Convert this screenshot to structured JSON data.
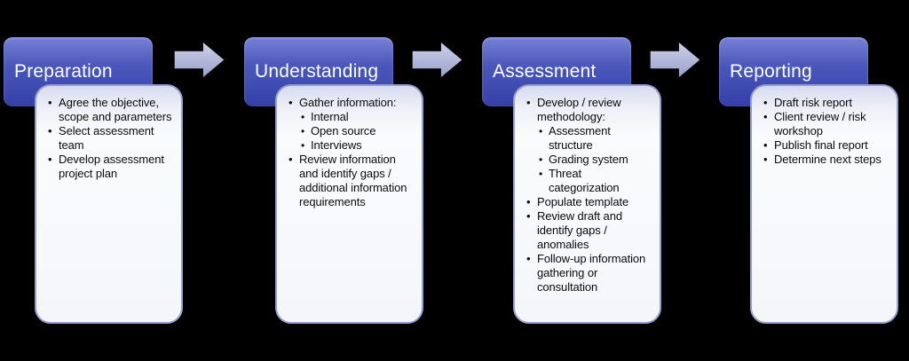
{
  "diagram": {
    "background_color": "#000000",
    "stage_header_color": "#4350b4",
    "stage_header_text_color": "#ffffff",
    "card_background_color": "#f8f9fc",
    "card_border_color": "#96a0d0",
    "arrow_color": "#b3b8da",
    "body_text_color": "#0b0b0b",
    "arrow_icon": "right-block-arrow-icon",
    "stages": [
      {
        "title": "Preparation",
        "items": [
          {
            "text": "Agree the objective, scope and parameters"
          },
          {
            "text": "Select assessment team"
          },
          {
            "text": "Develop assessment project plan"
          }
        ]
      },
      {
        "title": "Understanding",
        "items": [
          {
            "text": "Gather information:",
            "subitems": [
              "Internal",
              "Open source",
              "Interviews"
            ]
          },
          {
            "text": "Review information and identify gaps / additional information requirements"
          }
        ]
      },
      {
        "title": "Assessment",
        "items": [
          {
            "text": "Develop / review methodology:",
            "subitems": [
              "Assessment structure",
              "Grading system",
              "Threat categorization"
            ]
          },
          {
            "text": "Populate template"
          },
          {
            "text": "Review draft and identify gaps / anomalies"
          },
          {
            "text": "Follow-up information gathering or consultation"
          }
        ]
      },
      {
        "title": "Reporting",
        "items": [
          {
            "text": "Draft risk report"
          },
          {
            "text": "Client review / risk workshop"
          },
          {
            "text": "Publish final report"
          },
          {
            "text": "Determine next steps"
          }
        ]
      }
    ]
  }
}
